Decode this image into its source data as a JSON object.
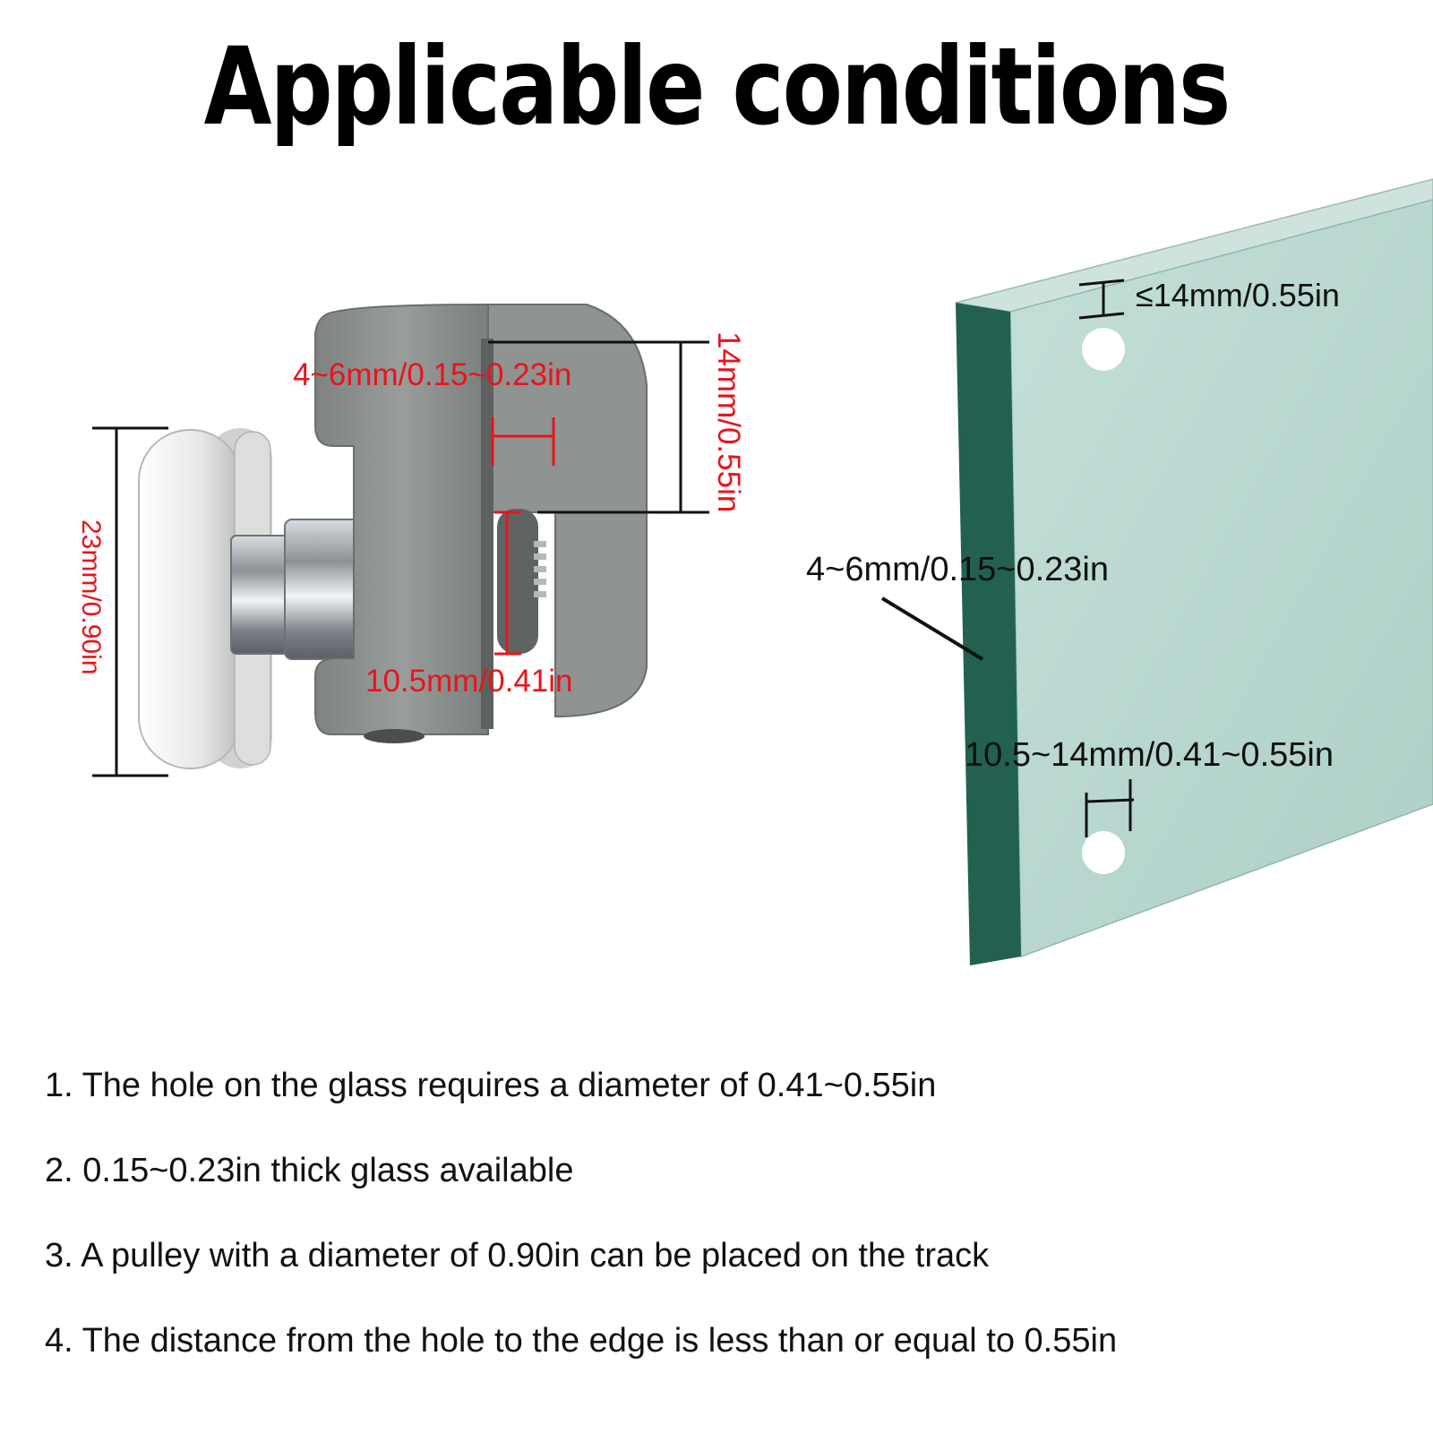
{
  "title": "Applicable conditions",
  "colors": {
    "dimension_red": "#e8141c",
    "glass_face": "#b9d6cf",
    "glass_edge": "#22614f",
    "roller_body": "#8e9290",
    "wheel": "#e9ebe8"
  },
  "roller_labels": {
    "gap_width": "4~6mm/0.15~0.23in",
    "inner_height": "14mm/0.55in",
    "wheel_diameter": "23mm/0.90in",
    "shaft_length": "10.5mm/0.41in"
  },
  "glass_labels": {
    "edge_distance": "≤14mm/0.55in",
    "thickness": "4~6mm/0.15~0.23in",
    "hole_diameter": "10.5~14mm/0.41~0.55in"
  },
  "notes": [
    "1. The hole on the glass requires a diameter of 0.41~0.55in",
    "2. 0.15~0.23in thick glass available",
    "3. A pulley with a diameter of 0.90in can be placed on the track",
    "4. The distance from the hole to the edge is less than or equal to 0.55in"
  ]
}
